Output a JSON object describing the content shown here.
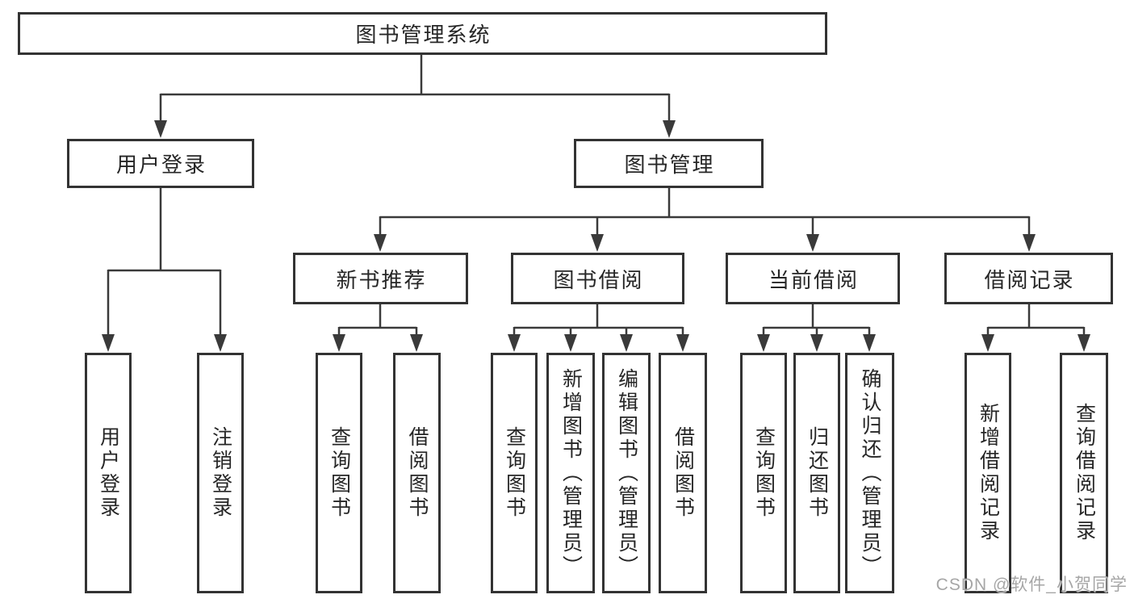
{
  "tree": {
    "label": "图书管理系统",
    "children": [
      {
        "label": "用户登录",
        "children": [
          {
            "label": "用户登录"
          },
          {
            "label": "注销登录"
          }
        ]
      },
      {
        "label": "图书管理",
        "children": [
          {
            "label": "新书推荐",
            "children": [
              {
                "label": "查询图书"
              },
              {
                "label": "借阅图书"
              }
            ]
          },
          {
            "label": "图书借阅",
            "children": [
              {
                "label": "查询图书"
              },
              {
                "label": "新增图书（管理员）"
              },
              {
                "label": "编辑图书（管理员）"
              },
              {
                "label": "借阅图书"
              }
            ]
          },
          {
            "label": "当前借阅",
            "children": [
              {
                "label": "查询图书"
              },
              {
                "label": "归还图书"
              },
              {
                "label": "确认归还（管理员）"
              }
            ]
          },
          {
            "label": "借阅记录",
            "children": [
              {
                "label": "新增借阅记录"
              },
              {
                "label": "查询借阅记录"
              }
            ]
          }
        ]
      }
    ]
  },
  "watermark": {
    "text": "CSDN @软件_小贺同学"
  },
  "colors": {
    "line": "#3a3a3a",
    "box_border": "#333333",
    "text": "#262626",
    "watermark": "#9e9e9e",
    "background": "#ffffff"
  }
}
